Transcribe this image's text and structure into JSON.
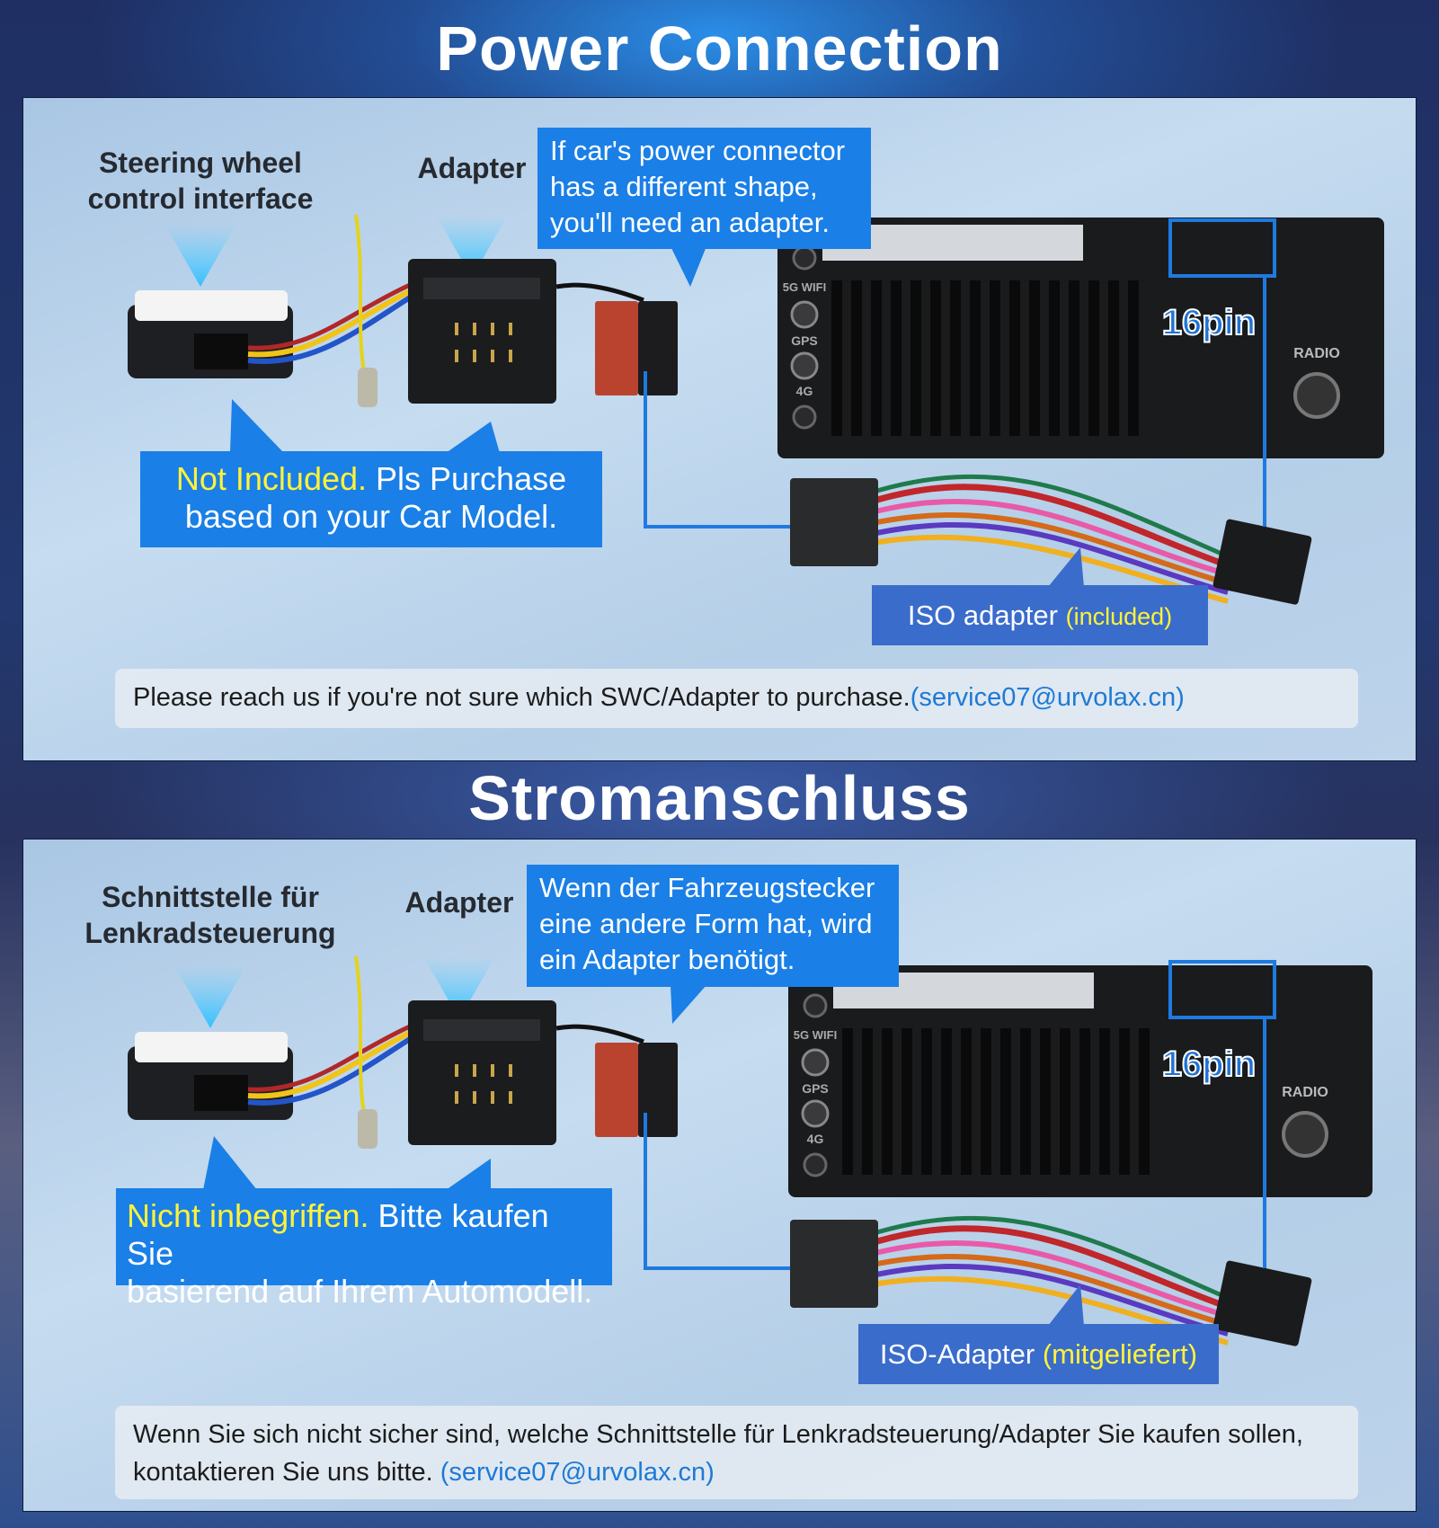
{
  "section1": {
    "title": "Power Connection",
    "swc_label_line1": "Steering wheel",
    "swc_label_line2": "control interface",
    "adapter_label": "Adapter",
    "adapter_bubble": [
      "If car's power connector",
      "has a different shape,",
      "you'll need an adapter."
    ],
    "not_included_highlight": "Not Included.",
    "not_included_rest": " Pls Purchase",
    "not_included_line2": "based on your Car Model.",
    "pin_label": "16pin",
    "iso_label": "ISO adapter ",
    "iso_note": "(included)",
    "contact_text": "Please reach us if you're not sure which SWC/Adapter to purchase.",
    "contact_email": "(service07@urvolax.cn)"
  },
  "section2": {
    "title": "Stromanschluss",
    "swc_label_line1": "Schnittstelle für",
    "swc_label_line2": "Lenkradsteuerung",
    "adapter_label": "Adapter",
    "adapter_bubble": [
      "Wenn der Fahrzeugstecker",
      "eine andere Form hat, wird",
      "ein Adapter benötigt."
    ],
    "not_included_highlight": "Nicht inbegriffen.",
    "not_included_rest": " Bitte kaufen Sie",
    "not_included_line2": "basierend auf Ihrem Automodell.",
    "pin_label": "16pin",
    "iso_label": "ISO-Adapter ",
    "iso_note": "(mitgeliefert)",
    "contact_text": "Wenn Sie sich nicht sicher sind, welche Schnittstelle für Lenkradsteuerung/Adapter Sie kaufen sollen, kontaktieren Sie uns bitte. ",
    "contact_email": "(service07@urvolax.cn)"
  },
  "device_labels": {
    "radio": "RADIO",
    "wifi": "5G WIFI",
    "gps": "GPS",
    "lte": "4G"
  },
  "colors": {
    "bubble": "#1a7fe6",
    "iso_bubble": "#3a6ccb",
    "highlight": "#fff23a",
    "link": "#1d7ad6"
  }
}
